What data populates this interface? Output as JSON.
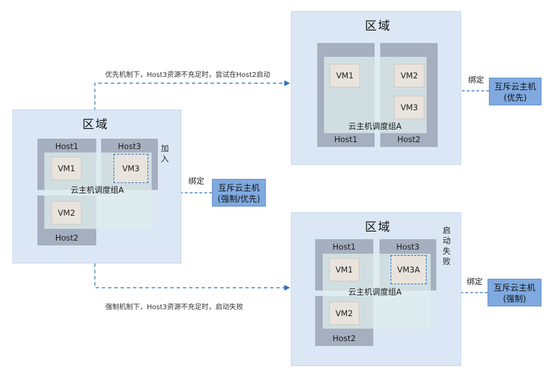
{
  "top_caption": "优先机制下，Host3资源不充足时，尝试在Host2启动",
  "bottom_caption": "强制机制下，Host3资源不充足时，启动失败",
  "left": {
    "region_title": "区域",
    "host1": "Host1",
    "host3": "Host3",
    "host2": "Host2",
    "vm1": "VM1",
    "vm3": "VM3",
    "vm2": "VM2",
    "group": "云主机调度组A",
    "join_text": "加入",
    "bind_text": "绑定",
    "anti_box_line1": "互斥云主机",
    "anti_box_line2": "(强制/优先)"
  },
  "top_right": {
    "region_title": "区域",
    "vm1": "VM1",
    "vm2": "VM2",
    "vm3": "VM3",
    "group": "云主机调度组A",
    "host1": "Host1",
    "host2": "Host2",
    "bind_text": "绑定",
    "anti_box_line1": "互斥云主机",
    "anti_box_line2": "(优先)"
  },
  "bottom_right": {
    "region_title": "区域",
    "host1": "Host1",
    "host3": "Host3",
    "host2": "Host2",
    "vm1": "VM1",
    "vm3a": "VM3A",
    "vm2": "VM2",
    "group": "云主机调度组A",
    "fail_text": "启动失败",
    "bind_text": "绑定",
    "anti_box_line1": "互斥云主机",
    "anti_box_line2": "(强制)"
  },
  "colors": {
    "region_bg": "#dbe7f5",
    "host_bg": "#a6afc0",
    "vm_bg": "#e8e3dc",
    "anti_box_bg": "#7fa9df",
    "dash_line": "#2f6eba"
  }
}
